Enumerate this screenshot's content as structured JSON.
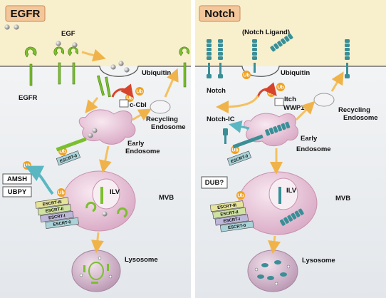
{
  "egfr_panel": {
    "title": "EGFR",
    "ligand": "EGF",
    "receptor": "EGFR",
    "ubiquitin": "Ubiquitin",
    "e3_ligase": "c-Cbl",
    "recycling_endosome": [
      "Recycling",
      "Endosome"
    ],
    "early_endosome": [
      "Early",
      "Endosome"
    ],
    "dubs": [
      "AMSH",
      "UBPY"
    ],
    "ilv": "ILV",
    "mvb": "MVB",
    "lysosome": "Lysosome"
  },
  "notch_panel": {
    "title": "Notch",
    "ligand": "(Notch Ligand)",
    "receptor": "Notch",
    "ubiquitin": "Ubiquitin",
    "e3_ligases": [
      "Itch",
      "WWP1"
    ],
    "intracellular_domain": "Notch-IC",
    "recycling_endosome": [
      "Recycling",
      "Endosome"
    ],
    "early_endosome": [
      "Early",
      "Endosome"
    ],
    "dub": "DUB?",
    "ilv": "ILV",
    "mvb": "MVB",
    "lysosome": "Lysosome"
  },
  "ub_tag": "Ub",
  "escrt": {
    "egfr": [
      "ESCRT-III",
      "ESCRT-II",
      "ESCRT-I",
      "ESCRT-0"
    ],
    "notch": [
      "ESCRT-III",
      "ESCRT-II",
      "ESCRT-I",
      "ESCRT-0"
    ],
    "early_endosome": "ESCRT-0"
  },
  "colors": {
    "extracellular": "#f8efcd",
    "cytoplasm_top": "#f6f7f8",
    "cytoplasm_bottom": "#e4e8ec",
    "title_box": "#f3c79a",
    "egfr_green": "#7bbf2e",
    "notch_teal": "#3a8f97",
    "ub_orange": "#f0a11e",
    "endosome_pink": "#e8c5d8",
    "arrow_yellow": "#f4c060",
    "arrow_cyan": "#5ab7c2",
    "arrow_red": "#d8432b",
    "escrt_iii": "#e6e39b",
    "escrt_ii": "#cfe2a1",
    "escrt_i": "#bdb7da",
    "escrt_0": "#a9d3d8"
  }
}
